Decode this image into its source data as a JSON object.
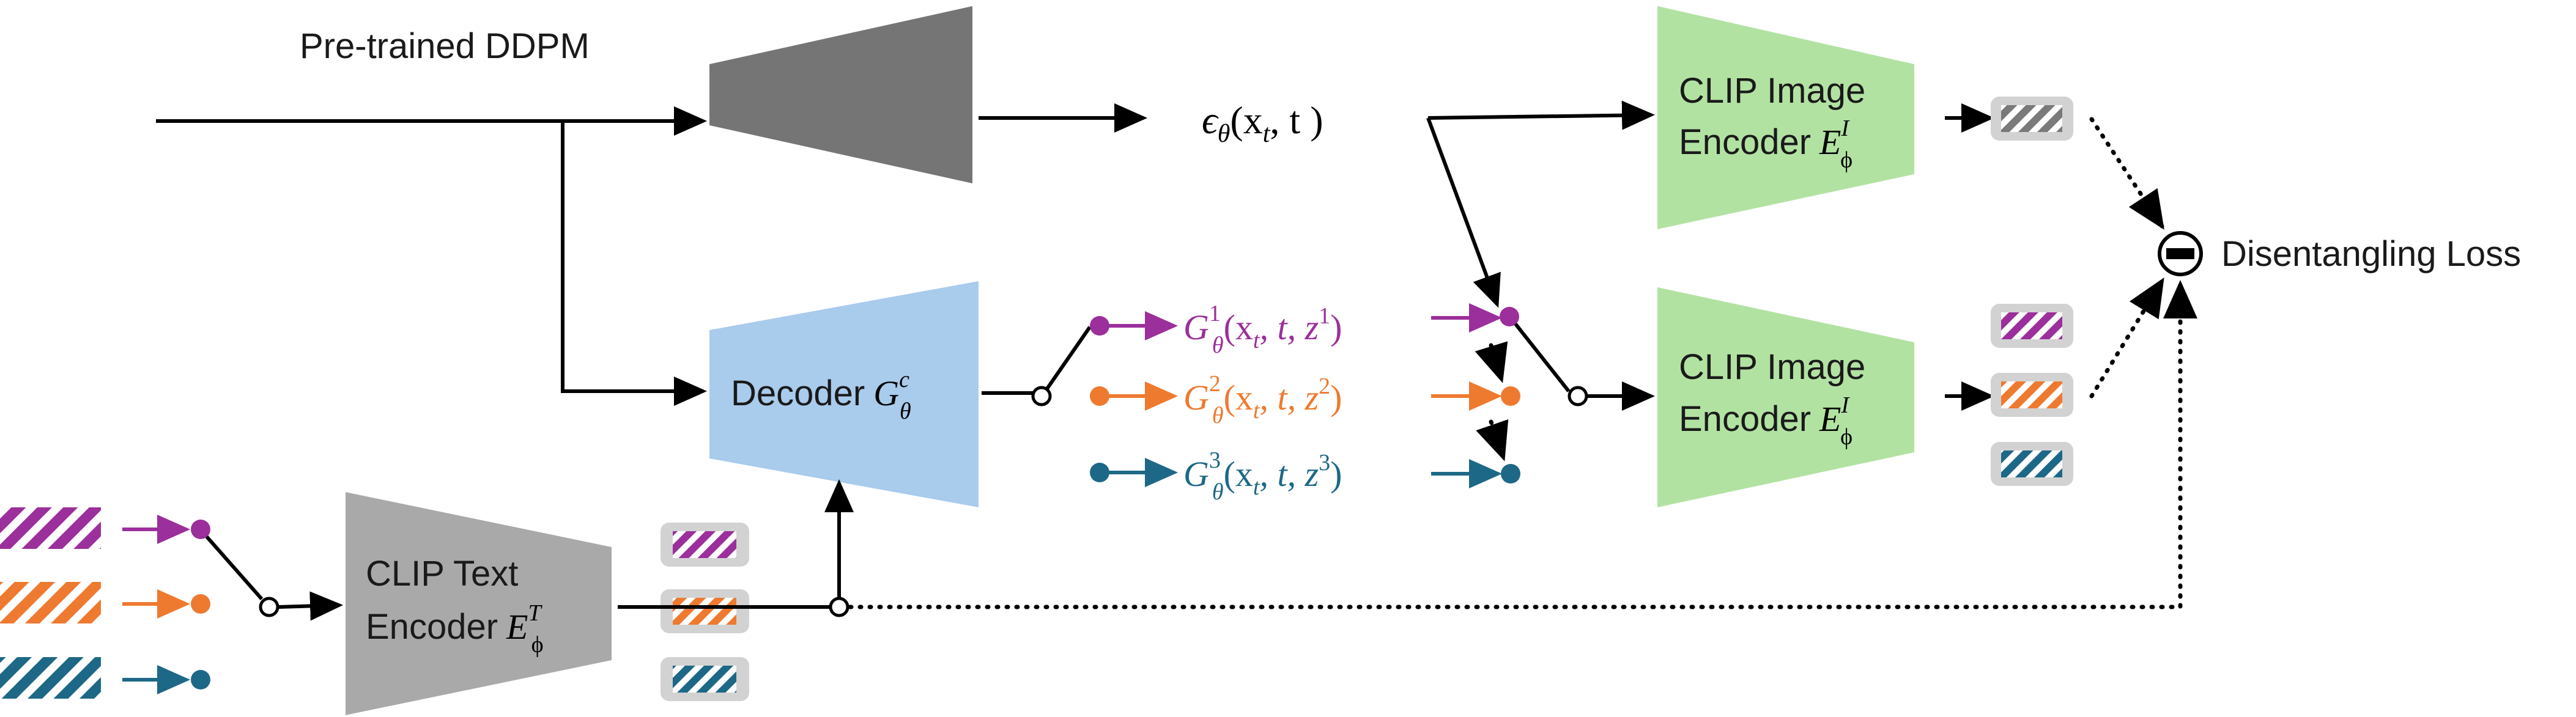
{
  "labels": {
    "pretrained_ddpm": "Pre-trained DDPM",
    "decoder": "Decoder",
    "clip_image_top_line1": "CLIP Image",
    "clip_image_top_line2": "Encoder",
    "clip_image_bottom_line1": "CLIP Image",
    "clip_image_bottom_line2": "Encoder",
    "clip_text_line1": "CLIP Text",
    "clip_text_line2": "Encoder",
    "disentangling_loss": "Disentangling Loss"
  },
  "math": {
    "epsilon_output": {
      "symbol": "ϵ",
      "sub": "θ",
      "args": "(x",
      "args_sub": "t",
      "args_rest": ", t )"
    },
    "decoder_symbol": {
      "base": "G",
      "sup": "c",
      "sub": "θ"
    },
    "image_encoder_symbol": {
      "base": "E",
      "sup": "I",
      "sub": "ϕ"
    },
    "text_encoder_symbol": {
      "base": "E",
      "sup": "T",
      "sub": "ϕ"
    },
    "g1": {
      "base": "G",
      "sup": "1",
      "sub": "θ",
      "args": "(x",
      "args_sub": "t",
      "mid": ", t, z",
      "mid_sup": "1",
      "end": ")"
    },
    "g2": {
      "base": "G",
      "sup": "2",
      "sub": "θ",
      "args": "(x",
      "args_sub": "t",
      "mid": ", t, z",
      "mid_sup": "2",
      "end": ")"
    },
    "g3": {
      "base": "G",
      "sup": "3",
      "sub": "θ",
      "args": "(x",
      "args_sub": "t",
      "mid": ", t, z",
      "mid_sup": "3",
      "end": ")"
    }
  },
  "colors": {
    "purple": "#9b2f9b",
    "orange": "#ee7a30",
    "teal": "#1d6886",
    "gray_hatch": "#7a7a7a",
    "ddpm_fill": "#757575",
    "decoder_fill": "#a9cbec",
    "clip_image_fill": "#b2e2a2",
    "clip_text_fill": "#a9a9a9",
    "chip_bg": "#d2d2d2"
  },
  "icons": {
    "minus": "minus-circle-icon",
    "switch_open": "open-circle-switch-icon"
  }
}
